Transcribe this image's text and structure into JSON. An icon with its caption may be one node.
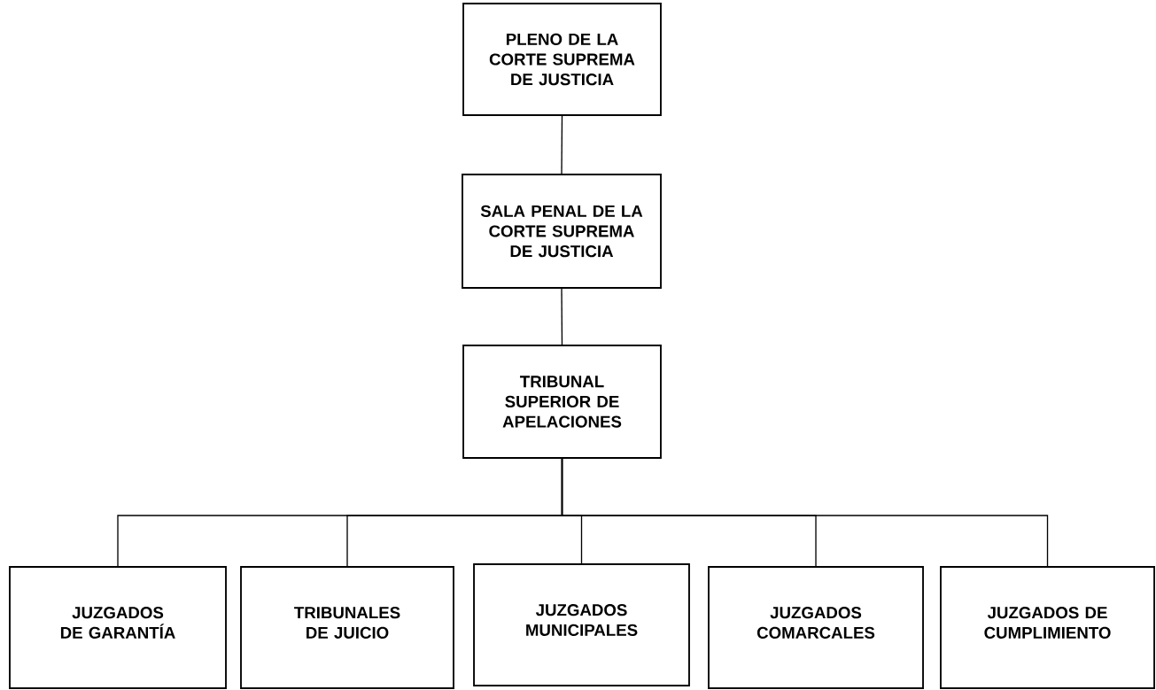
{
  "diagram": {
    "nodes": [
      {
        "text": [
          "PLENO DE LA CORTE SUPREMA DE JUSTICIA"
        ]
      },
      {
        "text": [
          "SALA PENAL DE LA CORTE SUPREMA DE JUSTICIA"
        ]
      },
      {
        "text": [
          "TRIBUNAL SUPERIOR DE APELACIONES"
        ]
      },
      {
        "text": [
          "JUZGADOS DE GARANTÍA"
        ]
      },
      {
        "text": [
          "TRIBUNALES DE JUICIO"
        ]
      },
      {
        "text": [
          "JUZGADOS MUNICIPALES"
        ]
      },
      {
        "text": [
          "JUZGADOS COMARCALES"
        ]
      },
      {
        "text": [
          "JUZGADOS DE CUMPLIMIENTO"
        ]
      }
    ],
    "edges": [
      {
        "from": 0,
        "to": 1,
        "arrow": "none"
      },
      {
        "from": 1,
        "to": 2,
        "arrow": "none"
      },
      {
        "from": 2,
        "to": 3,
        "arrow": "none"
      },
      {
        "from": 2,
        "to": 4,
        "arrow": "none"
      },
      {
        "from": 2,
        "to": 5,
        "arrow": "none"
      },
      {
        "from": 2,
        "to": 6,
        "arrow": "none"
      },
      {
        "from": 2,
        "to": 7,
        "arrow": "none"
      }
    ]
  }
}
